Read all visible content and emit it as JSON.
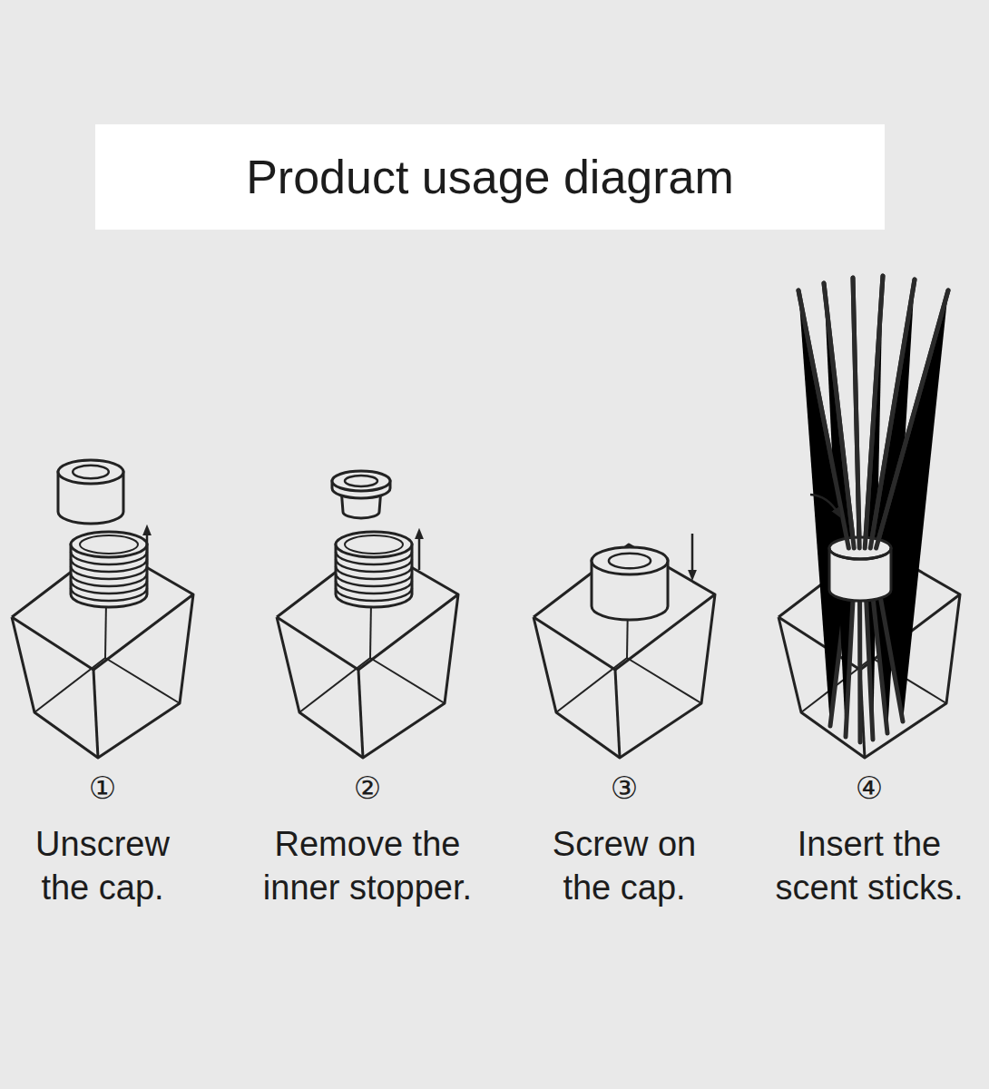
{
  "diagram": {
    "title": "Product usage diagram",
    "labels": [
      "①",
      "Unscrew the cap.",
      "②",
      "Remove the inner stopper.",
      "③",
      "Screw on the cap.",
      "④",
      "Insert the scent sticks."
    ]
  }
}
